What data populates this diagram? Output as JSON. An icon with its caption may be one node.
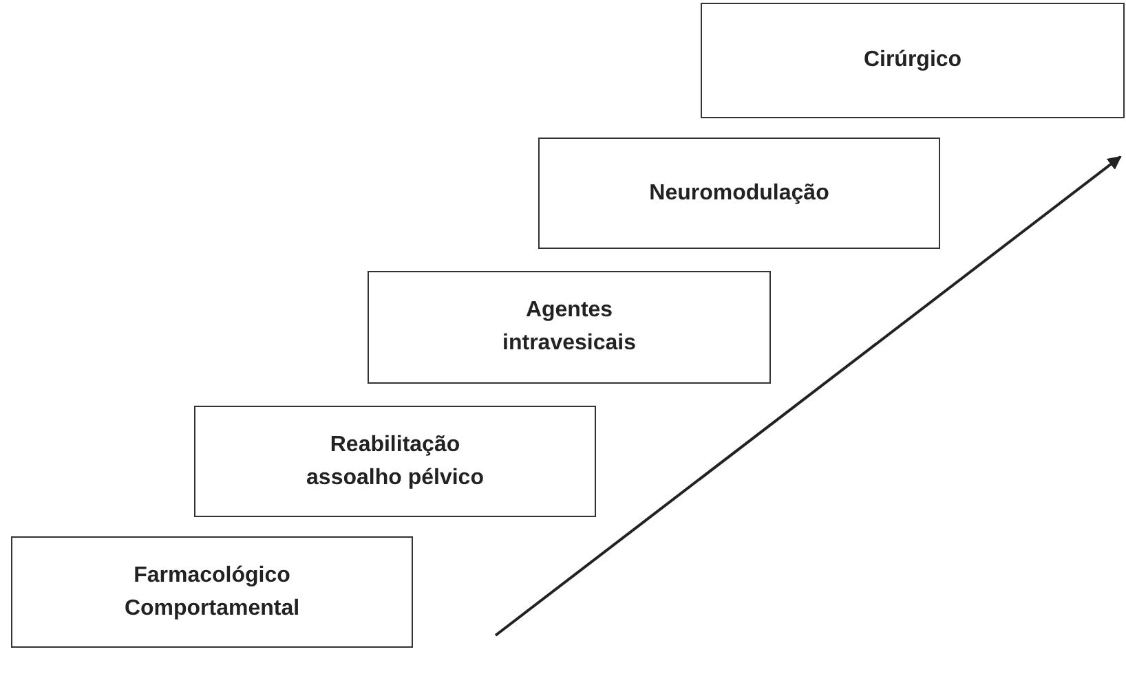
{
  "diagram": {
    "nodes": [
      {
        "text": [
          "Cirúrgico"
        ]
      },
      {
        "text": [
          "Neuromodulação"
        ]
      },
      {
        "text": [
          "Agentes intravesicais"
        ]
      },
      {
        "text": [
          "Reabilitação assoalho pélvico"
        ]
      },
      {
        "text": [
          "Farmacológico Comportamental"
        ]
      }
    ]
  }
}
